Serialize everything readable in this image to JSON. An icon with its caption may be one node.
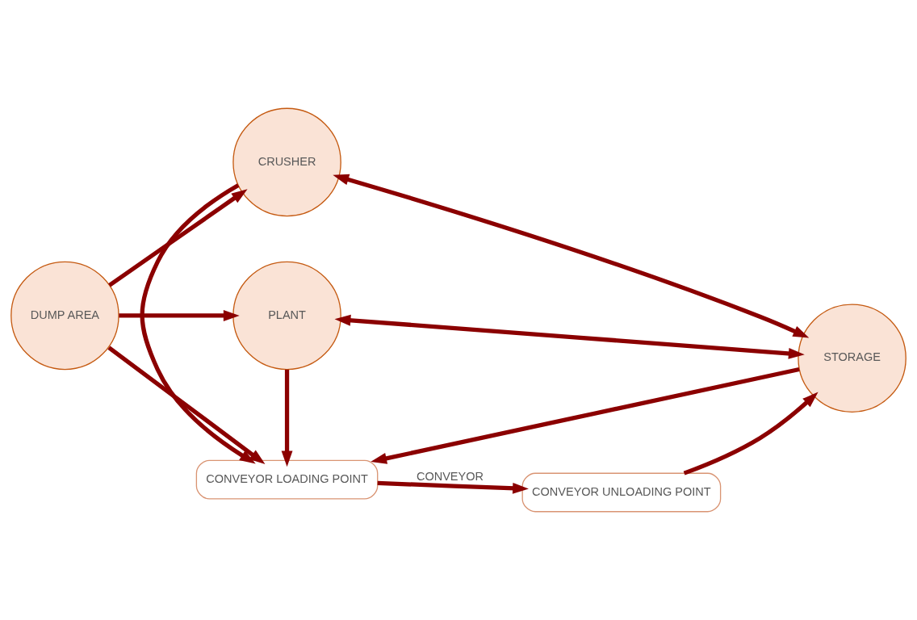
{
  "diagram": {
    "nodes": [
      {
        "text": [
          "CRUSHER"
        ]
      },
      {
        "text": [
          "DUMP AREA"
        ]
      },
      {
        "text": [
          "CONVEYOR LOADING POINT"
        ]
      },
      {
        "text": [
          "CONVEYOR UNLOADING POINT"
        ]
      },
      {
        "text": [
          "STORAGE"
        ]
      },
      {
        "text": [
          "PLANT"
        ]
      }
    ],
    "edges": [
      {
        "from": 1,
        "to": 0,
        "arrow": "to"
      },
      {
        "from": 0,
        "to": 2,
        "arrow": "to"
      },
      {
        "from": 0,
        "to": 4,
        "arrow": "both"
      },
      {
        "from": 1,
        "to": 2,
        "arrow": "to"
      },
      {
        "from": 2,
        "to": 3,
        "label": "CONVEYOR",
        "arrow": "to"
      },
      {
        "from": 3,
        "to": 4,
        "arrow": "to"
      },
      {
        "from": 4,
        "to": 2,
        "arrow": "to"
      },
      {
        "from": 1,
        "to": 5,
        "arrow": "to"
      },
      {
        "from": 5,
        "to": 2,
        "arrow": "to"
      },
      {
        "from": 5,
        "to": 4,
        "arrow": "both"
      }
    ]
  }
}
